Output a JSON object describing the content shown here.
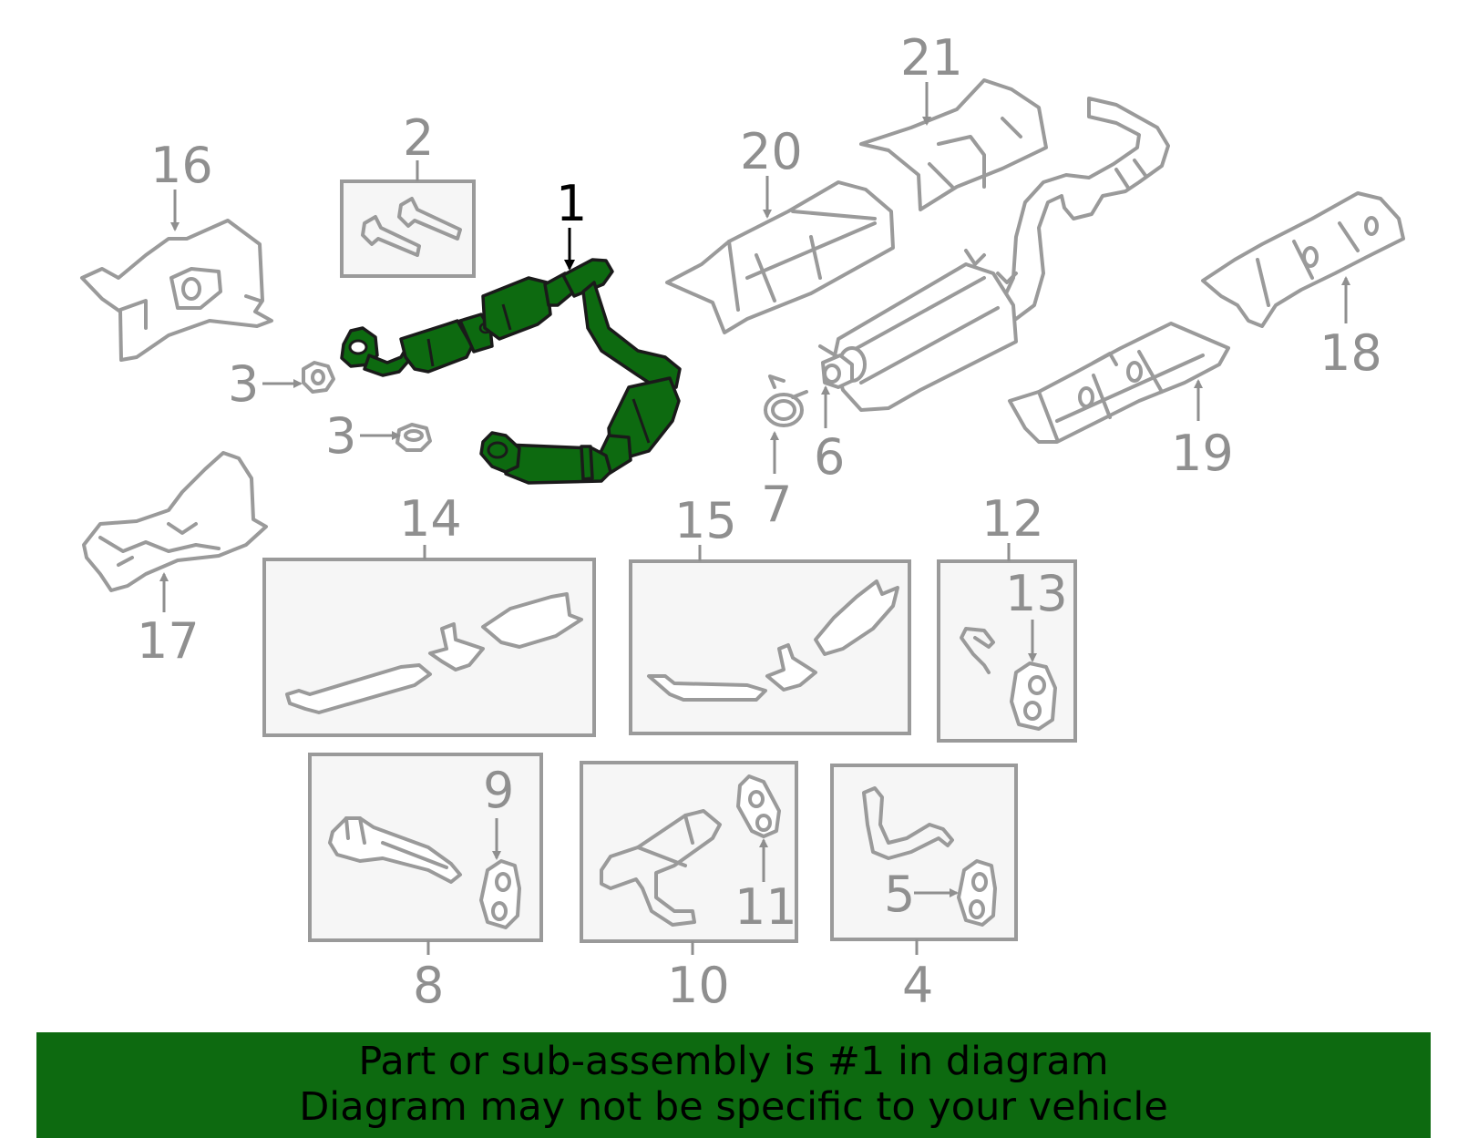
{
  "callouts": {
    "c1": "1",
    "c2": "2",
    "c3a": "3",
    "c3b": "3",
    "c4": "4",
    "c5": "5",
    "c6": "6",
    "c7": "7",
    "c8": "8",
    "c9": "9",
    "c10": "10",
    "c11": "11",
    "c12": "12",
    "c13": "13",
    "c14": "14",
    "c15": "15",
    "c16": "16",
    "c17": "17",
    "c18": "18",
    "c19": "19",
    "c20": "20",
    "c21": "21"
  },
  "colors": {
    "highlight": "#0d6a10",
    "line": "#9a9a9a",
    "label": "#8f8f8f",
    "banner": "#0d6a10"
  },
  "banner": {
    "line1": "Part or sub-assembly is #1 in diagram",
    "line2": "Diagram may not be specific to your vehicle"
  }
}
